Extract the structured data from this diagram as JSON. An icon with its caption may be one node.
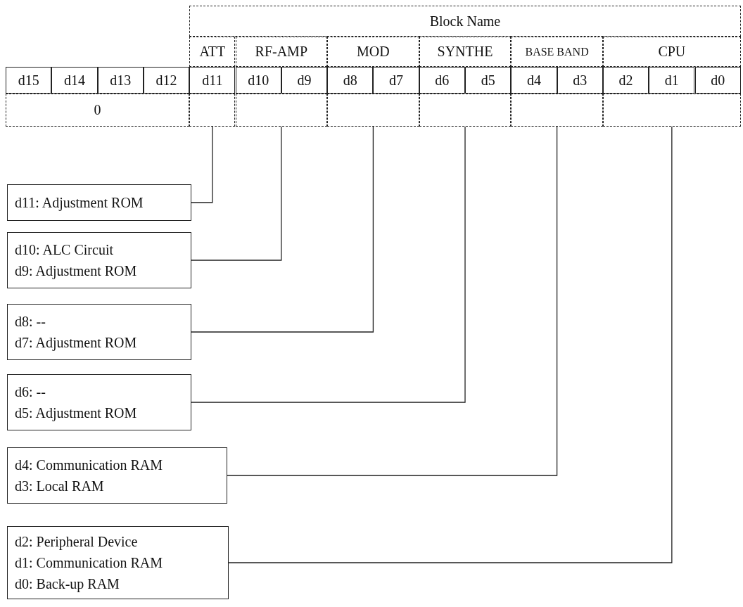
{
  "diagram": {
    "nodes": [
      {
        "text": [
          "Block Name"
        ]
      },
      {
        "text": [
          "ATT"
        ]
      },
      {
        "text": [
          "RF-AMP"
        ]
      },
      {
        "text": [
          "MOD"
        ]
      },
      {
        "text": [
          "SYNTHE"
        ]
      },
      {
        "text": [
          "BASE BAND"
        ]
      },
      {
        "text": [
          "CPU"
        ]
      },
      {
        "text": [
          "d15"
        ]
      },
      {
        "text": [
          "d14"
        ]
      },
      {
        "text": [
          "d13"
        ]
      },
      {
        "text": [
          "d12"
        ]
      },
      {
        "text": [
          "d11"
        ]
      },
      {
        "text": [
          "d10"
        ]
      },
      {
        "text": [
          "d9"
        ]
      },
      {
        "text": [
          "d8"
        ]
      },
      {
        "text": [
          "d7"
        ]
      },
      {
        "text": [
          "d6"
        ]
      },
      {
        "text": [
          "d5"
        ]
      },
      {
        "text": [
          "d4"
        ]
      },
      {
        "text": [
          "d3"
        ]
      },
      {
        "text": [
          "d2"
        ]
      },
      {
        "text": [
          "d1"
        ]
      },
      {
        "text": [
          "d0"
        ]
      },
      {
        "text": [
          "0"
        ]
      },
      {
        "text": [],
        "shape": "box"
      },
      {
        "text": [],
        "shape": "box"
      },
      {
        "text": [],
        "shape": "box"
      },
      {
        "text": [],
        "shape": "box"
      },
      {
        "text": [],
        "shape": "box"
      },
      {
        "text": [],
        "shape": "box"
      },
      {
        "text": [
          "d11: Adjustment ROM"
        ]
      },
      {
        "text": [
          "d10: ALC Circuit",
          "d9: Adjustment ROM"
        ]
      },
      {
        "text": [
          "d8: --",
          "d7: Adjustment ROM"
        ]
      },
      {
        "text": [
          "d6: --",
          "d5: Adjustment ROM"
        ]
      },
      {
        "text": [
          "d4: Communication RAM",
          "d3: Local RAM"
        ]
      },
      {
        "text": [
          "d2: Peripheral Device",
          "d1: Communication RAM",
          "d0: Back-up RAM"
        ]
      }
    ],
    "edges": [
      {
        "from": 24,
        "to": 30,
        "arrow": "none"
      },
      {
        "from": 25,
        "to": 31,
        "arrow": "none"
      },
      {
        "from": 26,
        "to": 32,
        "arrow": "none"
      },
      {
        "from": 27,
        "to": 33,
        "arrow": "none"
      },
      {
        "from": 28,
        "to": 34,
        "arrow": "none"
      },
      {
        "from": 29,
        "to": 35,
        "arrow": "none"
      }
    ]
  }
}
